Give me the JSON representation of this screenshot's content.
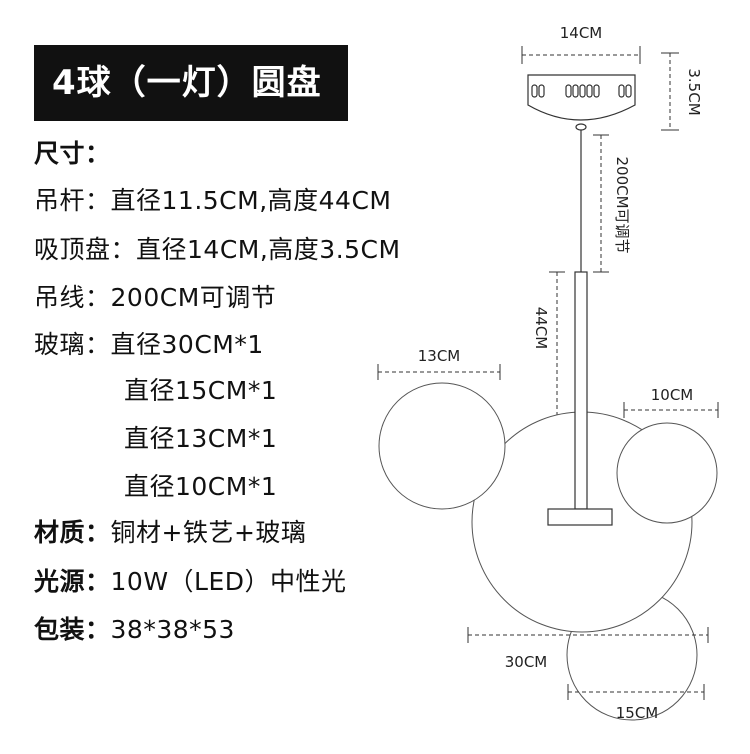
{
  "title": "4球（一灯）圆盘",
  "specs": {
    "size_heading": "尺寸：",
    "rod": {
      "label": "吊杆：",
      "value": "直径11.5CM,高度44CM"
    },
    "canopy": {
      "label": "吸顶盘：",
      "value": "直径14CM,高度3.5CM"
    },
    "wire": {
      "label": "吊线：",
      "value": "200CM可调节"
    },
    "glass": {
      "label": "玻璃：",
      "values": [
        "直径30CM*1",
        "直径15CM*1",
        "直径13CM*1",
        "直径10CM*1"
      ]
    },
    "material": {
      "label": "材质：",
      "value": "铜材+铁艺+玻璃"
    },
    "light": {
      "label": "光源：",
      "value": "10W（LED）中性光"
    },
    "package": {
      "label": "包装：",
      "value": "38*38*53"
    }
  },
  "diagram": {
    "canopy_width": "14CM",
    "canopy_height": "3.5CM",
    "wire_length": "200CM可调节",
    "rod_length": "44CM",
    "ball_13": "13CM",
    "ball_10": "10CM",
    "ball_30": "30CM",
    "ball_15": "15CM"
  }
}
